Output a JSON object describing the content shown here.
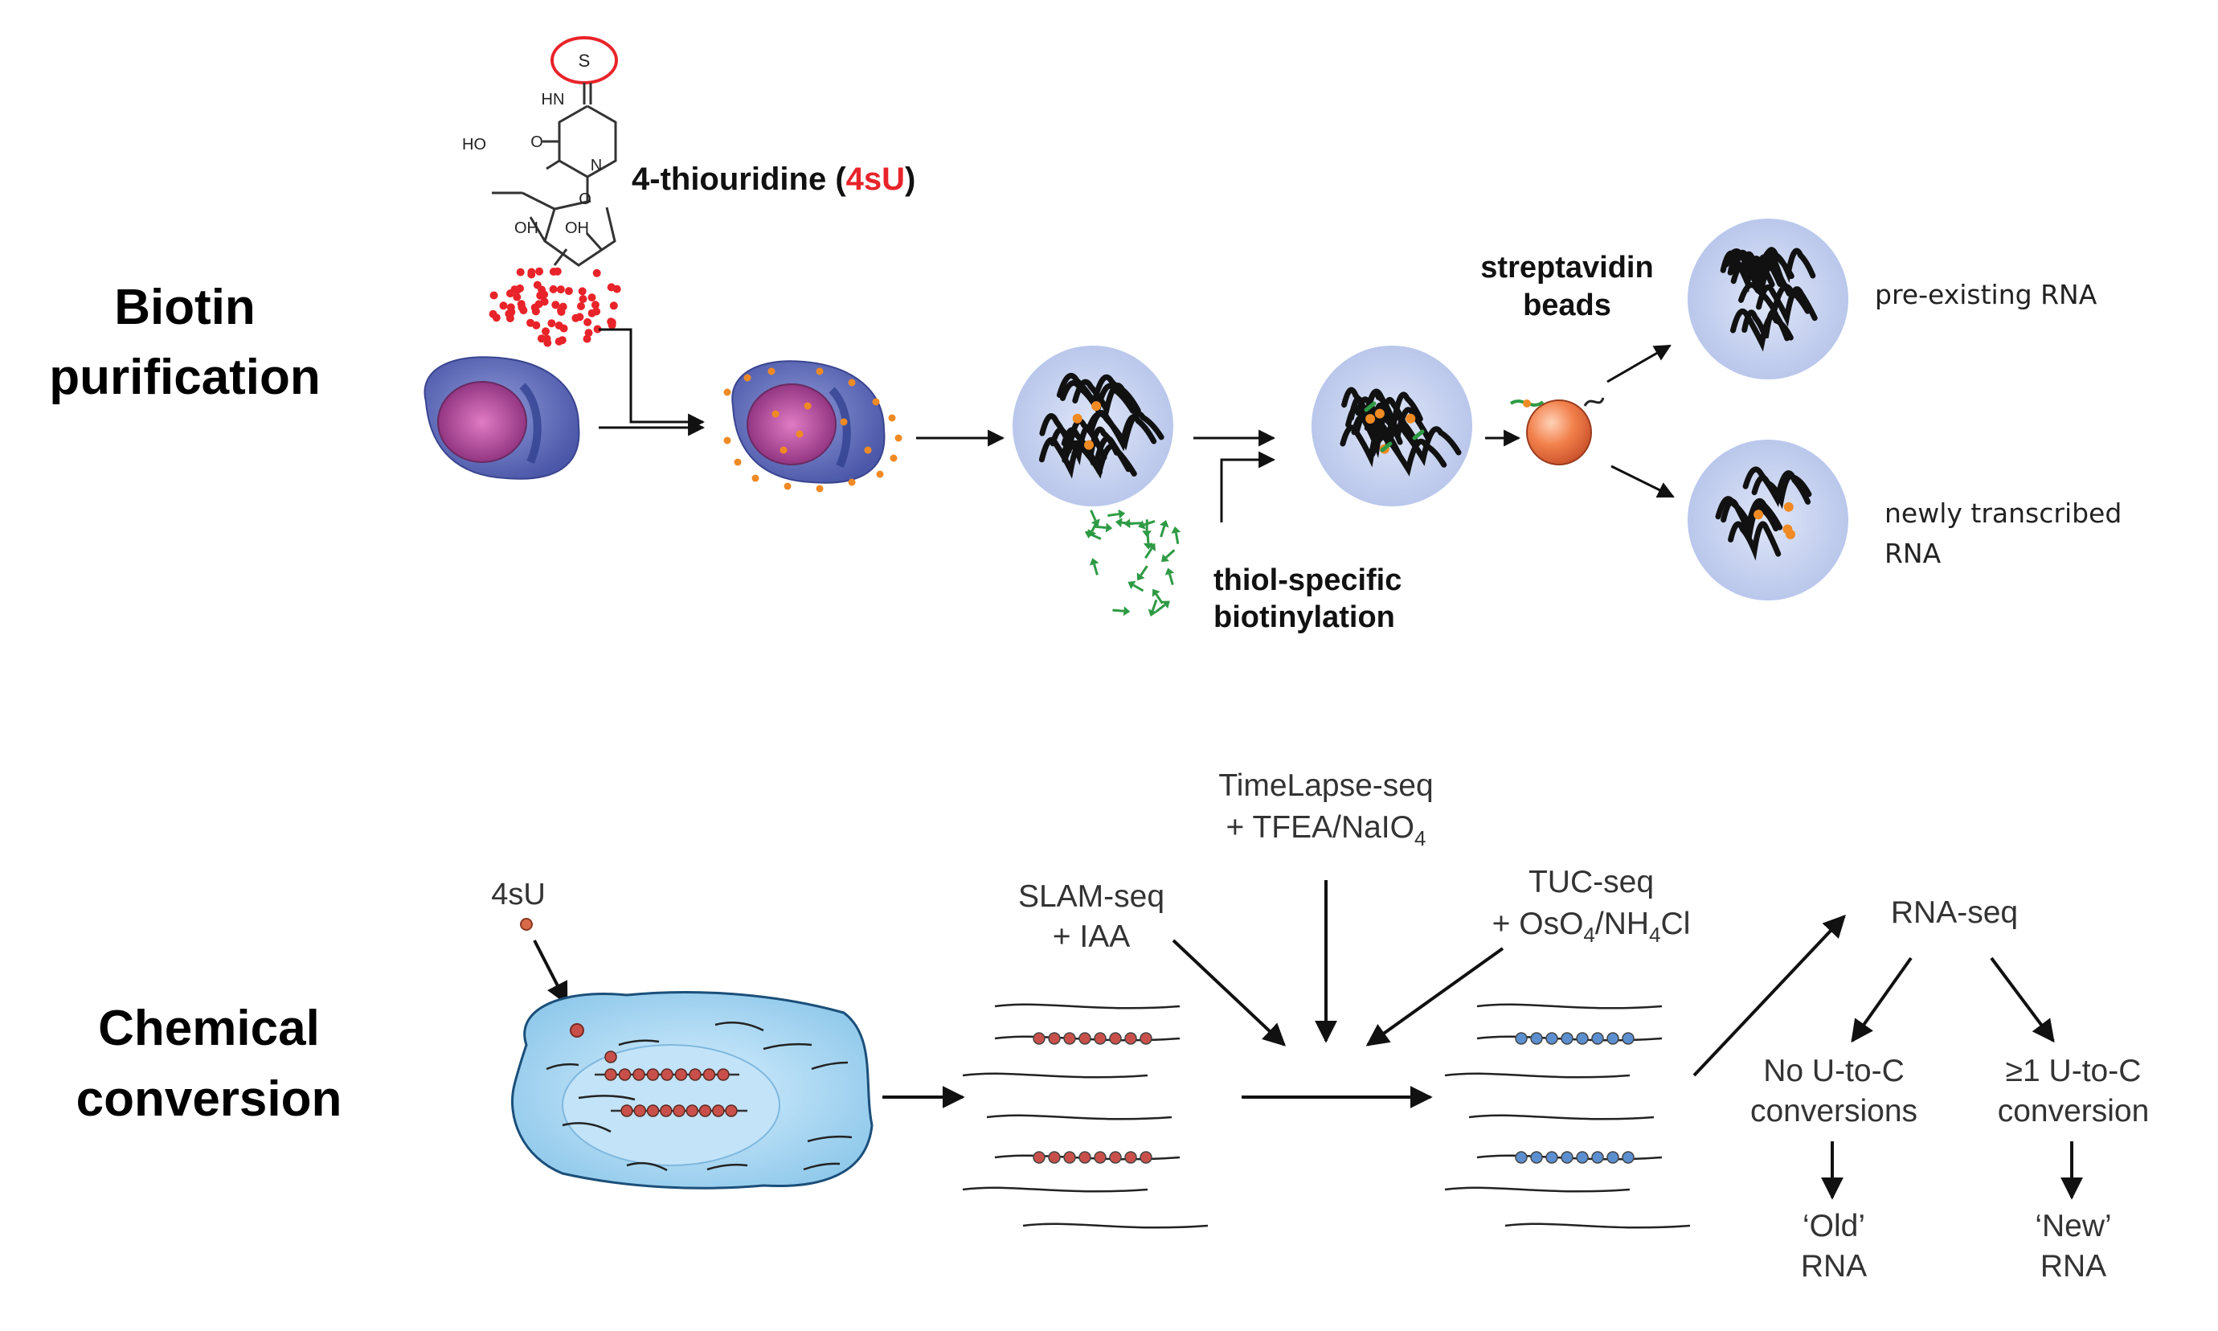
{
  "sections": {
    "top": {
      "line1": "Biotin",
      "line2": "purification"
    },
    "bottom": {
      "line1": "Chemical",
      "line2": "conversion"
    }
  },
  "molecule": {
    "sulfur": "S",
    "nh": "HN",
    "n": "N",
    "o_carbonyl": "O",
    "o_ring": "O",
    "ho": "HO",
    "oh1": "OH",
    "oh2": "OH",
    "name_prefix": "4-thiouridine (",
    "name_abbrev": "4sU",
    "name_suffix": ")"
  },
  "top_labels": {
    "streptavidin_1": "streptavidin",
    "streptavidin_2": "beads",
    "thiol_1": "thiol-specific",
    "thiol_2": "biotinylation",
    "preexisting": "pre-existing RNA",
    "newly_1": "newly transcribed",
    "newly_2": "RNA"
  },
  "bottom_labels": {
    "fsu": "4sU",
    "timelapse_1": "TimeLapse-seq",
    "timelapse_2": "+ TFEA/NaIO",
    "timelapse_sub": "4",
    "slam_1": "SLAM-seq",
    "slam_2": "+ IAA",
    "tuc_1": "TUC-seq",
    "tuc_2a": "+ OsO",
    "tuc_sub1": "4",
    "tuc_2b": "/NH",
    "tuc_sub2": "4",
    "tuc_2c": "Cl",
    "rnaseq": "RNA-seq",
    "nouc_1": "No U-to-C",
    "nouc_2": "conversions",
    "ge1_1": "≥1 U-to-C",
    "ge1_2": "conversion",
    "old_1": "‘Old’",
    "old_2": "RNA",
    "new_1": "‘New’",
    "new_2": "RNA"
  },
  "colors": {
    "label_red": "#e8242a",
    "dot_red": "#e8242a",
    "label_orange": "#f08a24",
    "biotin_green": "#2e9a44",
    "cell_blue": "#5a69b8",
    "nucleus_pink": "#b84a9c",
    "bead_orange": "#f07a4a",
    "bottom_cell": "#a9d6f0",
    "red_bead": "#c9504a",
    "blue_bead": "#5b8fd0"
  }
}
